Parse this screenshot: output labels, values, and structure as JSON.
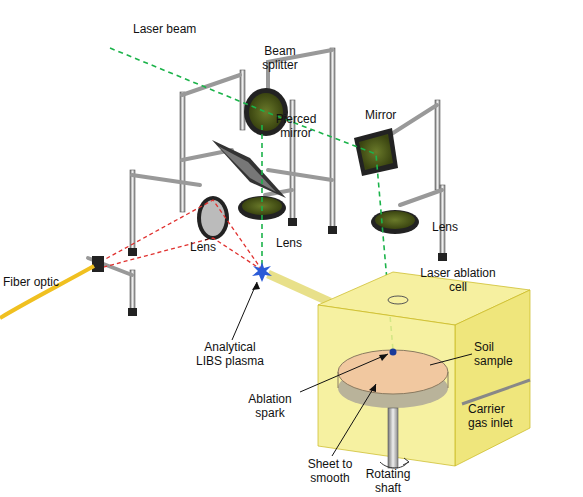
{
  "diagram": {
    "labels": [
      "Laser beam",
      "Beam splitter",
      "Mirror",
      "Pierced mirror",
      "Lens",
      "Lens",
      "Lens",
      "Fiber optic",
      "Analytical LIBS plasma",
      "Laser ablation cell",
      "Soil sample",
      "Ablation spark",
      "Sheet to smooth",
      "Rotating shaft",
      "Carrier gas inlet"
    ]
  }
}
